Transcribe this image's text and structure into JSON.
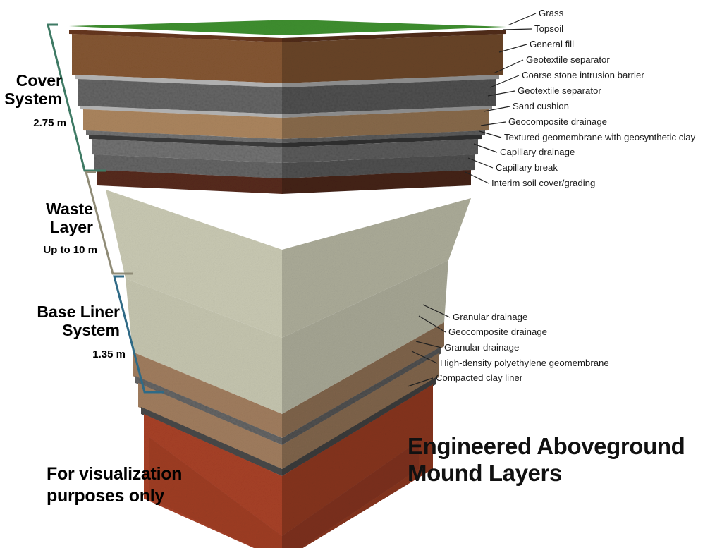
{
  "title": [
    "Engineered Aboveground",
    "Mound Layers"
  ],
  "disclaimer": [
    "For visualization",
    "purposes only"
  ],
  "systems": [
    {
      "name": [
        "Cover",
        "System"
      ],
      "dimension": "2.75 m",
      "color": "#3e7a64"
    },
    {
      "name": [
        "Waste",
        "Layer"
      ],
      "dimension": "Up to 10 m",
      "color": "#8f8b76"
    },
    {
      "name": [
        "Base Liner",
        "System"
      ],
      "dimension": "1.35 m",
      "color": "#2f6a86"
    }
  ],
  "layer_labels": {
    "cover": [
      "Grass",
      "Topsoil",
      "General fill",
      "Geotextile separator",
      "Coarse stone intrusion barrier",
      "Geotextile separator",
      "Sand cushion",
      "Geocomposite drainage",
      "Textured geomembrane with geosynthetic clay",
      "Capillary drainage",
      "Capillary break",
      "Interim soil cover/grading"
    ],
    "base": [
      "Granular drainage",
      "Geocomposite drainage",
      "Granular drainage",
      "High-density polyethylene geomembrane",
      "Compacted clay liner"
    ]
  },
  "colors": {
    "grass": "#3f8f2f",
    "topsoil": "#6b3a22",
    "general_fill": "#8b5a35",
    "geotextile": "#b9b9b9",
    "coarse_stone": "#6c6c6c",
    "sand": "#b48c63",
    "geomembrane": "#3d3d3d",
    "capillary_drainage": "#7a7a7a",
    "interim_soil": "#5a2c1c",
    "waste": "#c9c9b3",
    "granular_drainage": "#a88463",
    "hdpe": "#4a4a4a",
    "clay_liner": "#b04428"
  }
}
